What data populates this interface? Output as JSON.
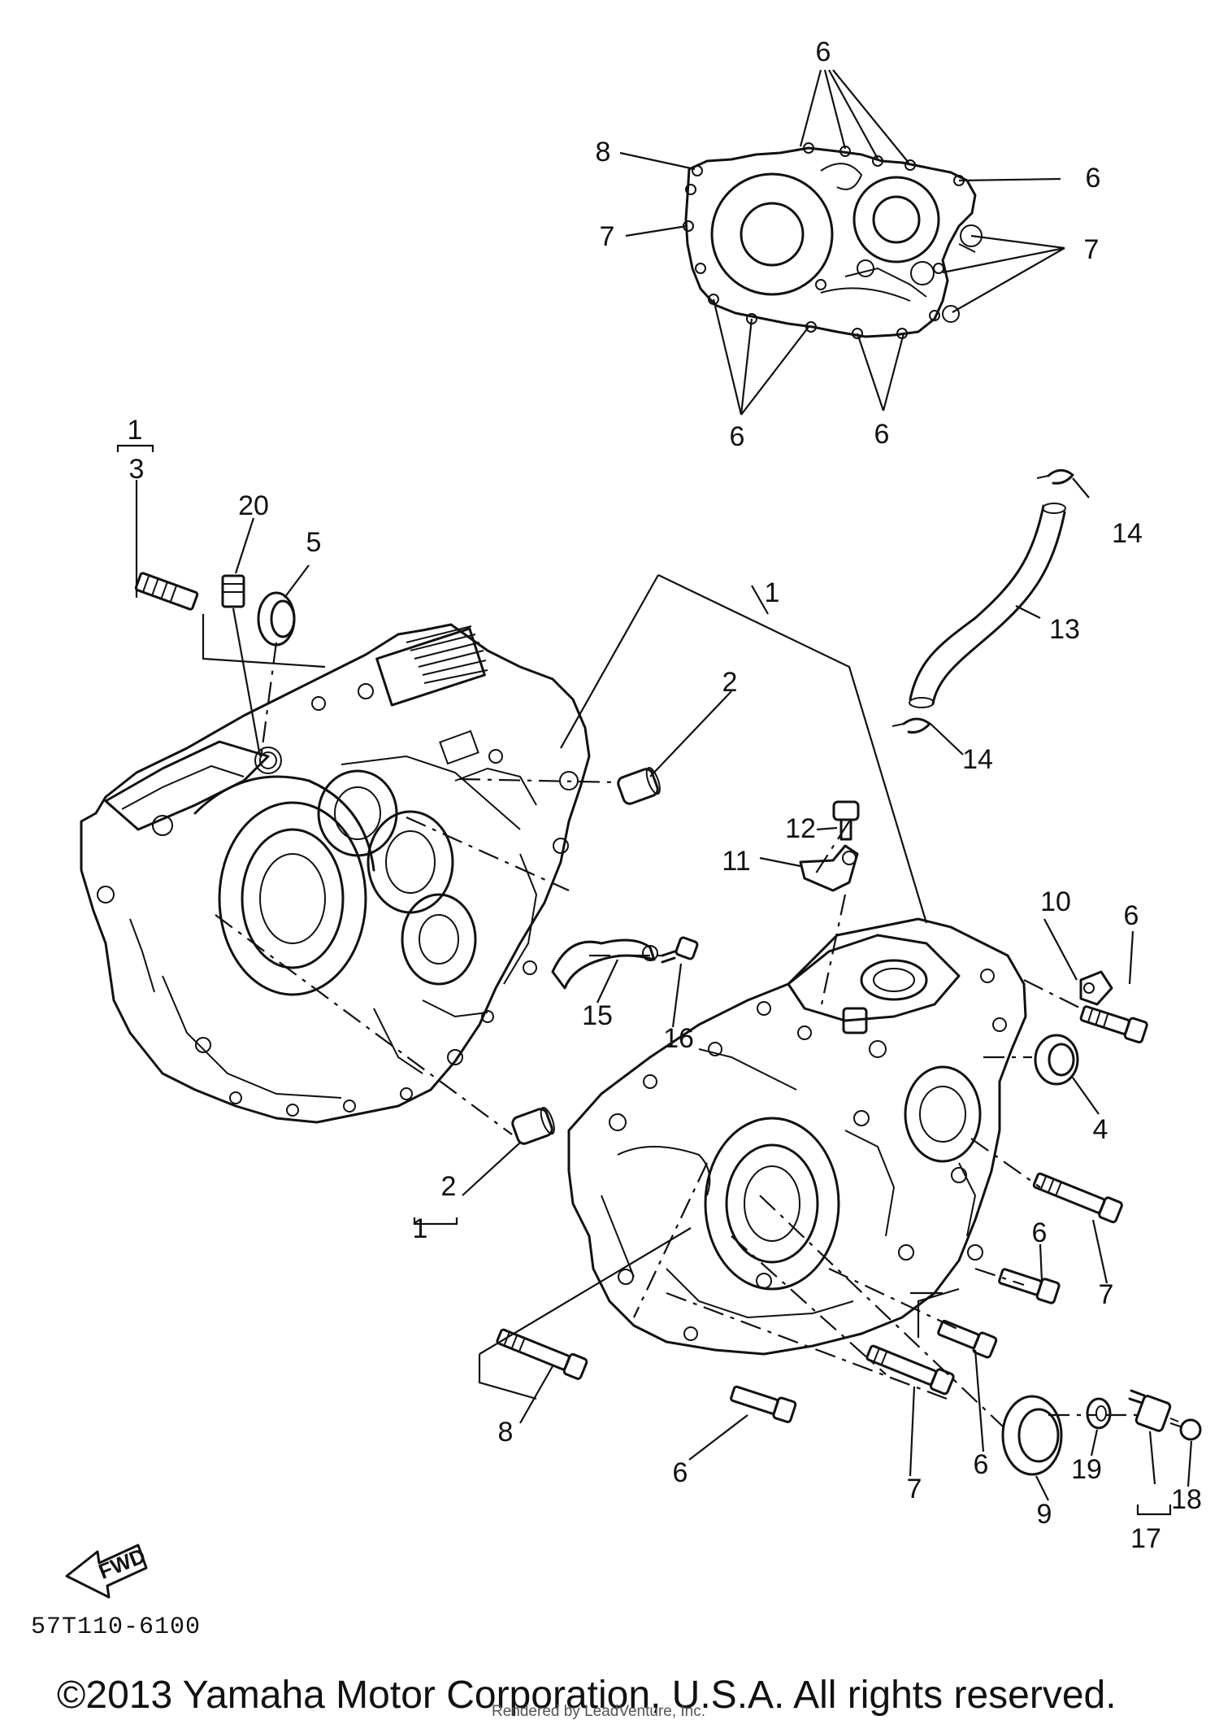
{
  "diagram": {
    "callouts": [
      {
        "id": "c6a",
        "text": "6"
      },
      {
        "id": "c8a",
        "text": "8"
      },
      {
        "id": "c6b",
        "text": "6"
      },
      {
        "id": "c7a",
        "text": "7"
      },
      {
        "id": "c7b",
        "text": "7"
      },
      {
        "id": "c6c",
        "text": "6"
      },
      {
        "id": "c6d",
        "text": "6"
      },
      {
        "id": "c1a",
        "text": "1"
      },
      {
        "id": "c3",
        "text": "3"
      },
      {
        "id": "c20",
        "text": "20"
      },
      {
        "id": "c5",
        "text": "5"
      },
      {
        "id": "c14a",
        "text": "14"
      },
      {
        "id": "c13",
        "text": "13"
      },
      {
        "id": "c1b",
        "text": "1"
      },
      {
        "id": "c2a",
        "text": "2"
      },
      {
        "id": "c14b",
        "text": "14"
      },
      {
        "id": "c12",
        "text": "12"
      },
      {
        "id": "c11",
        "text": "11"
      },
      {
        "id": "c10",
        "text": "10"
      },
      {
        "id": "c6e",
        "text": "6"
      },
      {
        "id": "c15",
        "text": "15"
      },
      {
        "id": "c16",
        "text": "16"
      },
      {
        "id": "c4",
        "text": "4"
      },
      {
        "id": "c2b",
        "text": "2"
      },
      {
        "id": "c1c",
        "text": "1"
      },
      {
        "id": "c6f",
        "text": "6"
      },
      {
        "id": "c7c",
        "text": "7"
      },
      {
        "id": "c8b",
        "text": "8"
      },
      {
        "id": "c6g",
        "text": "6"
      },
      {
        "id": "c7d",
        "text": "7"
      },
      {
        "id": "c6h",
        "text": "6"
      },
      {
        "id": "c9",
        "text": "9"
      },
      {
        "id": "c19",
        "text": "19"
      },
      {
        "id": "c18",
        "text": "18"
      },
      {
        "id": "c17",
        "text": "17"
      }
    ],
    "fwd_label": "FWD",
    "drawing_code": "57T110-6100",
    "copyright": "©2013 Yamaha Motor Corporation, U.S.A. All rights reserved.",
    "rendered_by": "Rendered by LeadVenture, Inc."
  }
}
